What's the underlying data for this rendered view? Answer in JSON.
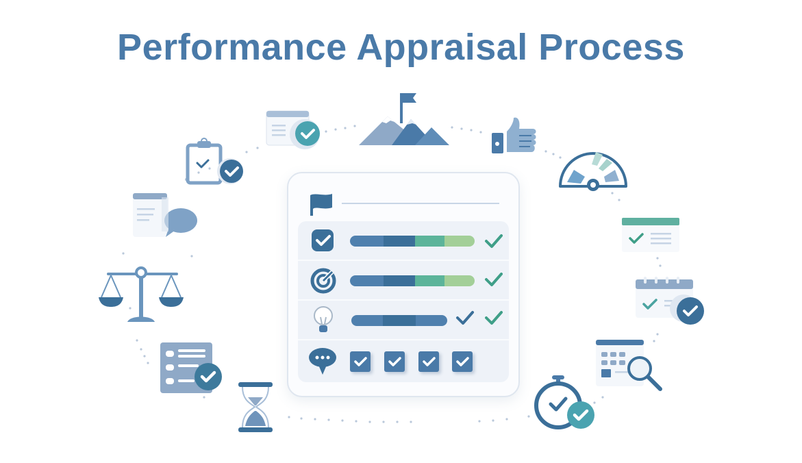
{
  "title": "Performance Appraisal Process",
  "colors": {
    "title": "#4a7aa8",
    "primary_blue": "#4a7aa8",
    "dark_blue": "#3b6f99",
    "light_blue": "#8fb0d0",
    "teal": "#4aa3b0",
    "green": "#5cb49a",
    "light_green": "#a3cf98",
    "card_bg": "#fbfcfe",
    "row_bg": "#eef2f8"
  },
  "center_card": {
    "header_icon": "flag-icon",
    "rows": [
      {
        "icon": "checkbox-badge-icon",
        "bar_segments": [
          "#4f80ae",
          "#3b6f99",
          "#5cb49a",
          "#a3cf98"
        ],
        "status": "check-green"
      },
      {
        "icon": "target-icon",
        "bar_segments": [
          "#4f80ae",
          "#3b6f99",
          "#5cb49a",
          "#a3cf98"
        ],
        "status": "check-green"
      },
      {
        "icon": "lightbulb-icon",
        "bar_segments": [
          "#4f80ae",
          "#3b6f99",
          "#4f80ae"
        ],
        "status": "check-blue-and-green"
      },
      {
        "icon": "chat-bubble-icon",
        "checkboxes": 4
      }
    ]
  },
  "orbit_icons": [
    "clipboard-check-icon",
    "document-check-icon",
    "mountain-flag-icon",
    "thumbs-up-icon",
    "gauge-icon",
    "checklist-card-icon",
    "calendar-check-icon",
    "calendar-search-icon",
    "stopwatch-check-icon",
    "hourglass-icon",
    "form-check-icon",
    "balance-scale-icon",
    "document-chat-icon"
  ]
}
